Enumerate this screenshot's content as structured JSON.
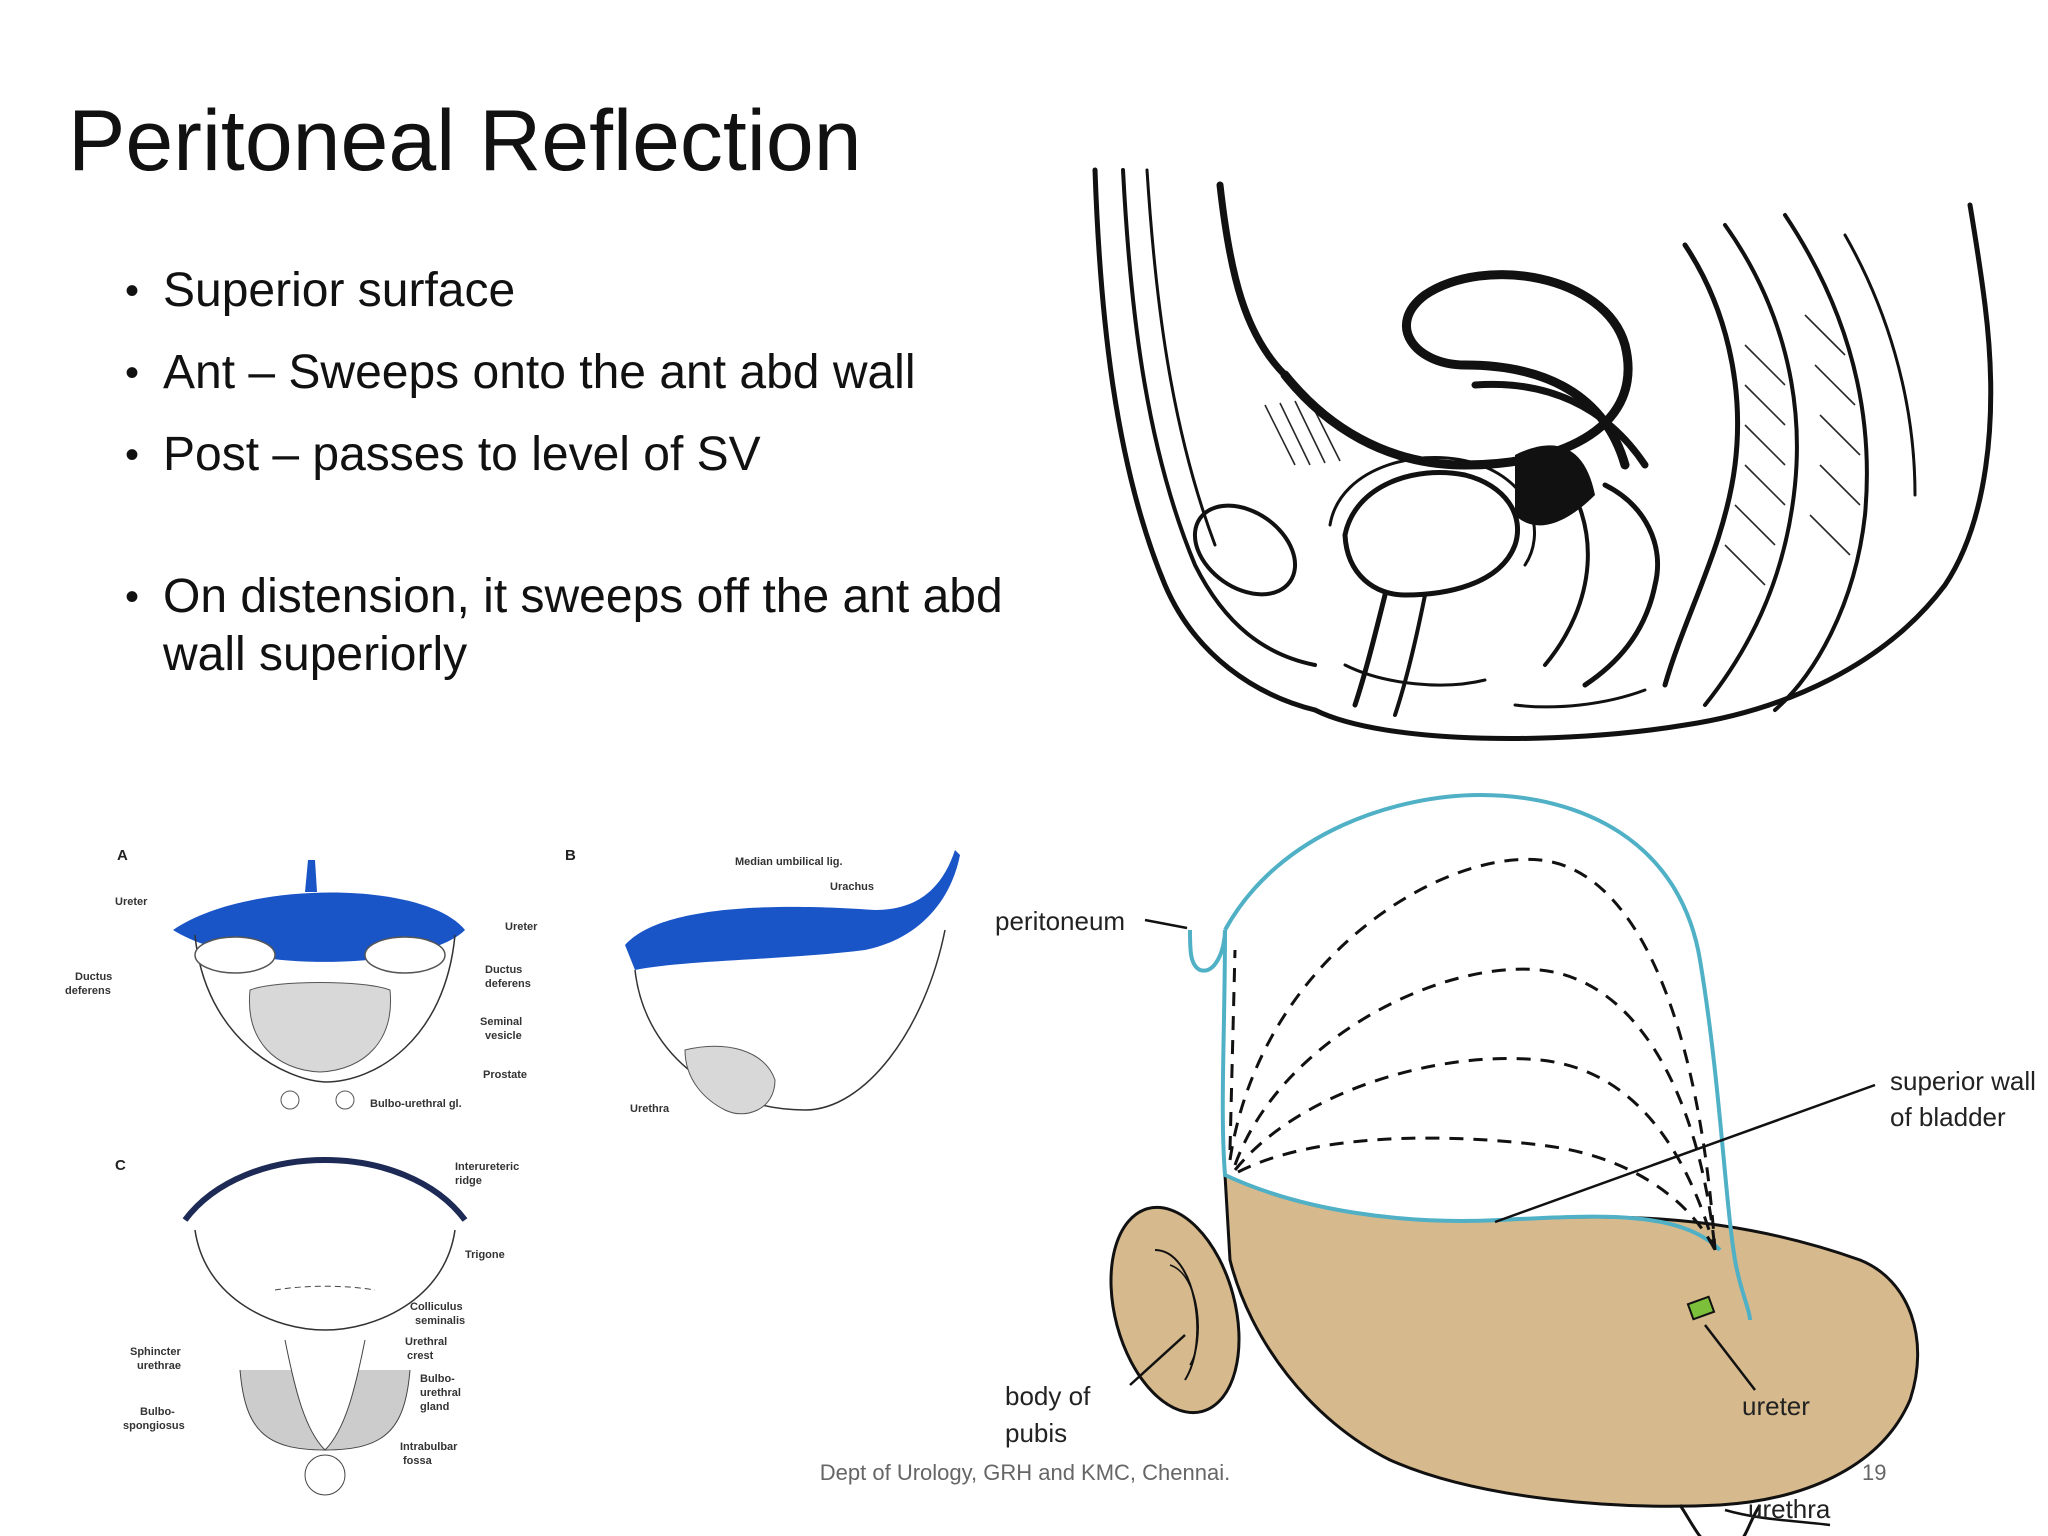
{
  "slide": {
    "title": "Peritoneal Reflection",
    "bullets": [
      "Superior surface",
      "Ant – Sweeps onto the ant abd wall",
      "Post – passes to level of SV",
      "On distension, it sweeps off the ant abd wall superiorly"
    ],
    "bullet_symbol": "•",
    "footer": "Dept of Urology, GRH and KMC, Chennai.",
    "page_number": "19"
  },
  "figure_bladder_distension": {
    "labels": {
      "peritoneum": "peritoneum",
      "superior_wall_line1": "superior wall",
      "superior_wall_line2": "of bladder",
      "ureter": "ureter",
      "body_of_pubis_line1": "body of",
      "body_of_pubis_line2": "pubis",
      "urethra": "urethra"
    },
    "colors": {
      "peritoneum_line": "#4fb0c6",
      "bladder_fill": "#d6b98c",
      "ureter_mark": "#7bbf3a"
    }
  },
  "figure_abc": {
    "panel_letters": [
      "A",
      "B",
      "C"
    ],
    "labels_a": {
      "ureter_left": "Ureter",
      "ductus_left_1": "Ductus",
      "ductus_left_2": "deferens",
      "ureter_right": "Ureter",
      "ductus_right_1": "Ductus",
      "ductus_right_2": "deferens",
      "seminal_1": "Seminal",
      "seminal_2": "vesicle",
      "prostate": "Prostate",
      "bulbo": "Bulbo-urethral gl."
    },
    "labels_b": {
      "median": "Median umbilical lig.",
      "urachus": "Urachus",
      "urethra": "Urethra"
    },
    "labels_c": {
      "interureteric_1": "Interureteric",
      "interureteric_2": "ridge",
      "trigone": "Trigone",
      "colliculus_1": "Colliculus",
      "colliculus_2": "seminalis",
      "urethral_crest_1": "Urethral",
      "urethral_crest_2": "crest",
      "bulbo_gland_1": "Bulbo-",
      "bulbo_gland_2": "urethral",
      "bulbo_gland_3": "gland",
      "intrabulbar_1": "Intrabulbar",
      "intrabulbar_2": "fossa",
      "sphincter_1": "Sphincter",
      "sphincter_2": "urethrae",
      "bulbospong_1": "Bulbo-",
      "bulbospong_2": "spongiosus"
    },
    "colors": {
      "peritoneum_blue": "#1a55c8",
      "prostate_grey": "#d8d8d8"
    }
  },
  "figure_sagittal": {
    "colors": {
      "ink": "#111111"
    }
  }
}
